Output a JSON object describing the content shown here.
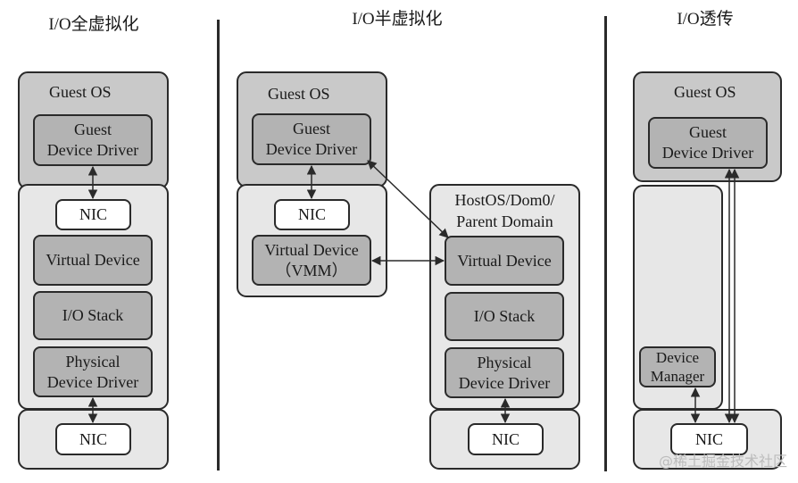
{
  "titles": {
    "full": "I/O全虚拟化",
    "para": "I/O半虚拟化",
    "passthrough": "I/O透传"
  },
  "full_virtualization": {
    "guest_os": "Guest OS",
    "guest_device_driver": "Guest\nDevice Driver",
    "nic_top": "NIC",
    "virtual_device": "Virtual Device",
    "io_stack": "I/O Stack",
    "physical_device_driver": "Physical\nDevice Driver",
    "nic_bottom": "NIC"
  },
  "para_virtualization": {
    "guest_os": "Guest OS",
    "guest_device_driver": "Guest\nDevice Driver",
    "nic_top": "NIC",
    "virtual_device_vmm": "Virtual Device\n（VMM）",
    "host_domain": "HostOS/Dom0/\nParent Domain",
    "host_virtual_device": "Virtual Device",
    "io_stack": "I/O Stack",
    "physical_device_driver": "Physical\nDevice Driver",
    "nic_bottom": "NIC"
  },
  "passthrough": {
    "guest_os": "Guest OS",
    "guest_device_driver": "Guest\nDevice Driver",
    "device_manager": "Device\nManager",
    "nic": "NIC"
  },
  "watermark": "@稀土掘金技术社区",
  "colors": {
    "outer_dark": "#c9c9c9",
    "outer_light": "#e7e7e7",
    "inner_box": "#b3b3b3",
    "nic_box": "#ffffff",
    "line": "#2a2a2a"
  }
}
